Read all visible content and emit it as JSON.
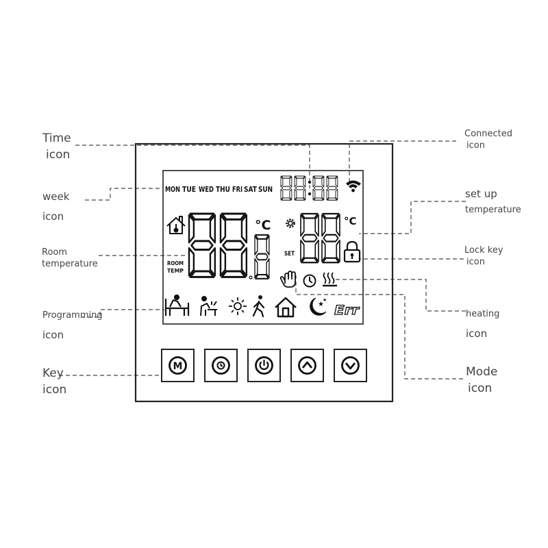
{
  "labels": {
    "time": [
      "Time",
      "icon"
    ],
    "week": [
      "week",
      "icon"
    ],
    "room_temperature": [
      "Room",
      "temperature"
    ],
    "programming": [
      "Programming",
      "icon"
    ],
    "key": [
      "Key",
      "icon"
    ],
    "connected": [
      "Connected",
      "icon"
    ],
    "set_up_temperature": [
      "set up",
      "temperature"
    ],
    "lock_key": [
      "Lock key",
      "icon"
    ],
    "heating": [
      "heating",
      "icon"
    ],
    "mode": [
      "Mode",
      "icon"
    ]
  },
  "lcd": {
    "days": [
      "MON",
      "TUE",
      "WED",
      "THU",
      "FRI",
      "SAT",
      "SUN"
    ],
    "room_unit": "°C",
    "set_unit": "°C",
    "room_temp_tag": [
      "ROOM",
      "TEMP"
    ],
    "set_tag": "SET",
    "err_text": "Err"
  },
  "keys": [
    {
      "name": "m-key",
      "icon": "m-letter-icon",
      "glyph": "M"
    },
    {
      "name": "clock-key",
      "icon": "clock-icon"
    },
    {
      "name": "power-key",
      "icon": "power-icon"
    },
    {
      "name": "up-key",
      "icon": "up-arrow-icon"
    },
    {
      "name": "down-key",
      "icon": "down-arrow-icon"
    }
  ]
}
